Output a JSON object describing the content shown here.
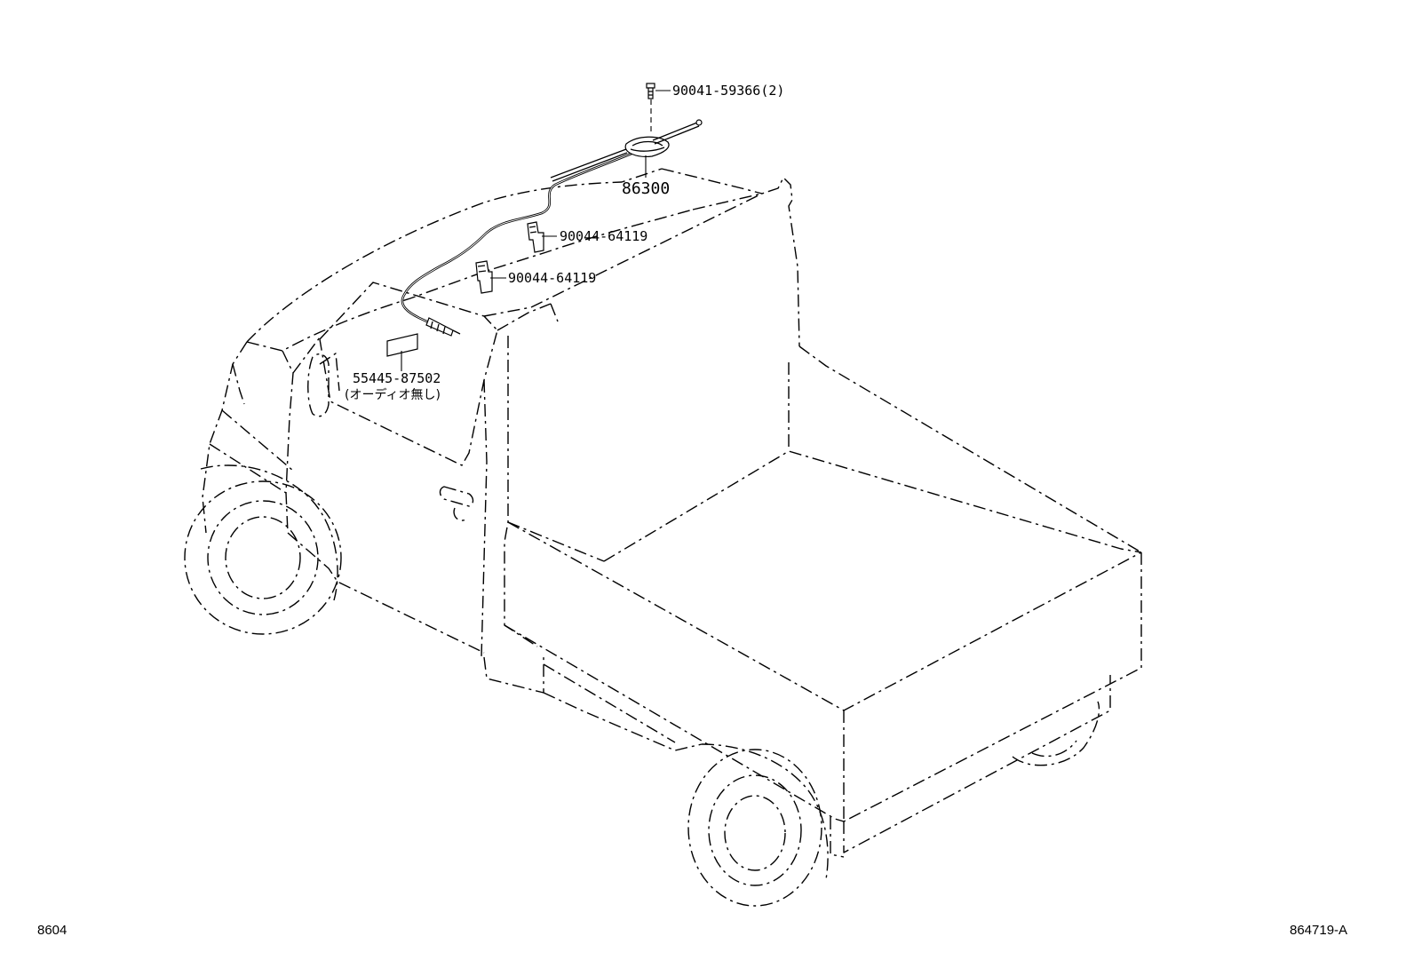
{
  "callouts": {
    "bolt": "90041-59366(2)",
    "antenna": "86300",
    "clamp_upper": "90044-64119",
    "clamp_lower": "90044-64119",
    "label_part": "55445-87502",
    "label_note": "(オーディオ無し)"
  },
  "footer": {
    "left_code": "8604",
    "right_code": "864719-A"
  }
}
